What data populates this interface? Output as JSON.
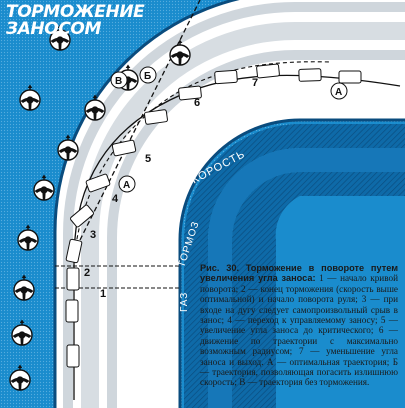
{
  "title": {
    "line1": "ТОРМОЖЕНИЕ",
    "line2": "ЗАНОСОМ"
  },
  "caption": {
    "figure": "Рис. 30.",
    "heading": "Торможение в повороте путем увеличения угла заноса:",
    "body": "1 — начало кривой поворота; 2 — конец торможения (скорость выше оптимальной) и начало поворота руля; 3 — при входе на дугу следует самопроизвольный срыв в занос; 4 — переход к управляемому заносу; 5 — увеличение угла заноса до критического; 6 — движение по траектории с максимально возможным радиусом; 7 — уменьшение угла заноса и выход. А — оптимальная траектория; Б — траектория, позволяющая погасить излишнюю скорость; В — траектория без торможения."
  },
  "road_labels": {
    "speed": "СКОРОСТЬ",
    "brake": "ТОРМОЗ",
    "gas": "ГАЗ"
  },
  "position_markers": [
    "1",
    "2",
    "3",
    "4",
    "5",
    "6",
    "7"
  ],
  "trajectory_labels": {
    "a": "А",
    "b": "Б",
    "v": "В"
  },
  "colors": {
    "sky_blue": "#1a8ccd",
    "deep_blue": "#0a5fa0",
    "road": "#ffffff",
    "paper": "#fbf8ec",
    "ink": "#1a1a1a"
  },
  "icons": [
    "steering-wheel-icon"
  ]
}
